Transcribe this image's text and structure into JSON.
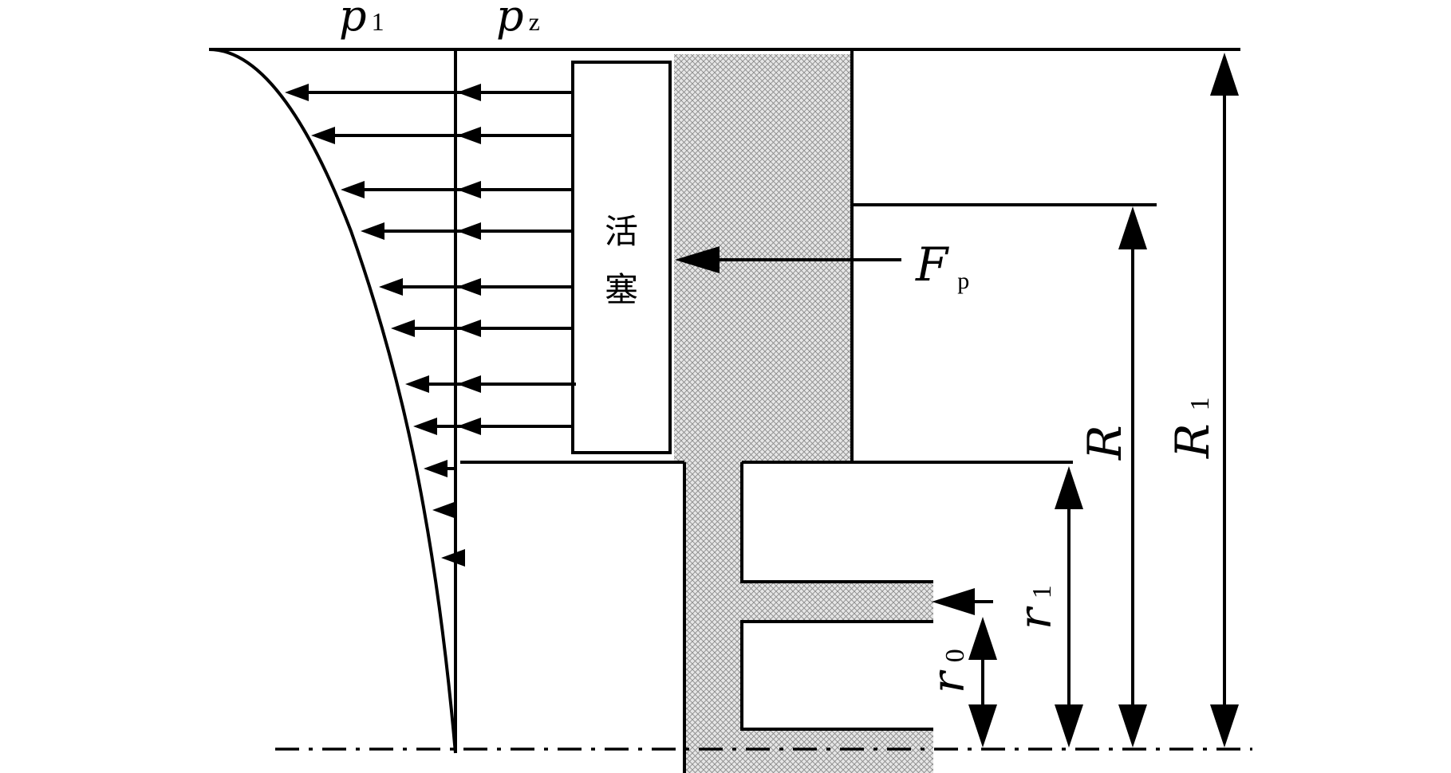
{
  "labels": {
    "p1": {
      "main": "p",
      "sub": "1"
    },
    "pz": {
      "main": "p",
      "sub": "z"
    },
    "piston": {
      "line1": "活",
      "line2": "塞"
    },
    "Fp": {
      "main": "F",
      "sub": "p"
    },
    "R": {
      "main": "R"
    },
    "R1": {
      "main": "R",
      "sub": "1"
    },
    "r1": {
      "main": "r",
      "sub": "1"
    },
    "r0": {
      "main": "r",
      "sub": "0"
    }
  },
  "colors": {
    "stroke": "#000000",
    "hatch_fill": "#c8c8c8",
    "background": "#ffffff"
  }
}
